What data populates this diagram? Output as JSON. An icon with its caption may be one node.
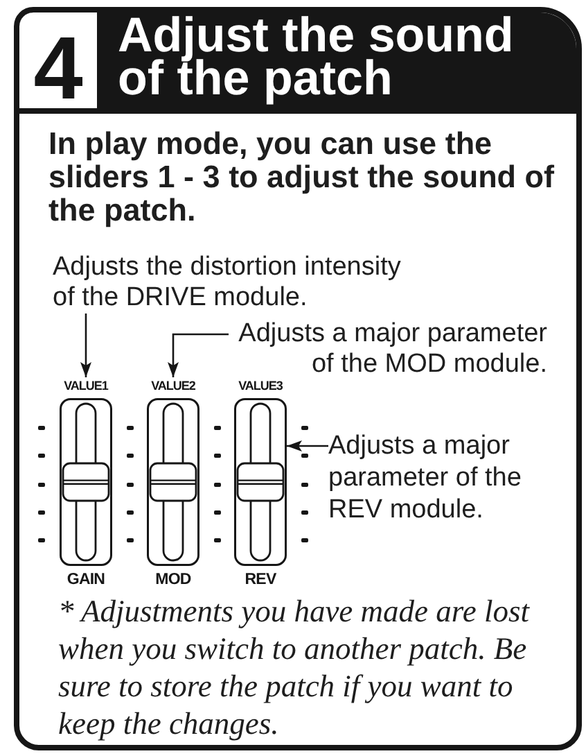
{
  "diagram": {
    "title": "Adjust the sound of the patch",
    "nodes": [
      {
        "text": [
          "Adjusts the distortion intensity of the DRIVE module."
        ]
      },
      {
        "text": [
          "Adjusts a major parameter of the MOD module."
        ]
      },
      {
        "text": [
          "VALUE1",
          "GAIN"
        ]
      },
      {
        "text": [
          "VALUE2",
          "MOD"
        ]
      },
      {
        "text": [
          "VALUE3",
          "REV"
        ]
      },
      {
        "text": [
          "Adjusts a major parameter of the REV module."
        ]
      }
    ],
    "edges": [
      {
        "from": 0,
        "to": 2,
        "arrow": "to"
      },
      {
        "from": 1,
        "to": 3,
        "arrow": "to"
      },
      {
        "from": 5,
        "to": 4,
        "arrow": "to"
      }
    ],
    "labels": [
      "4",
      "In play mode, you can use the sliders 1 - 3 to adjust the sound of the patch.",
      "* Adjustments you have made are lost when you switch to another patch. Be sure to store the patch if you want to keep the changes."
    ]
  }
}
